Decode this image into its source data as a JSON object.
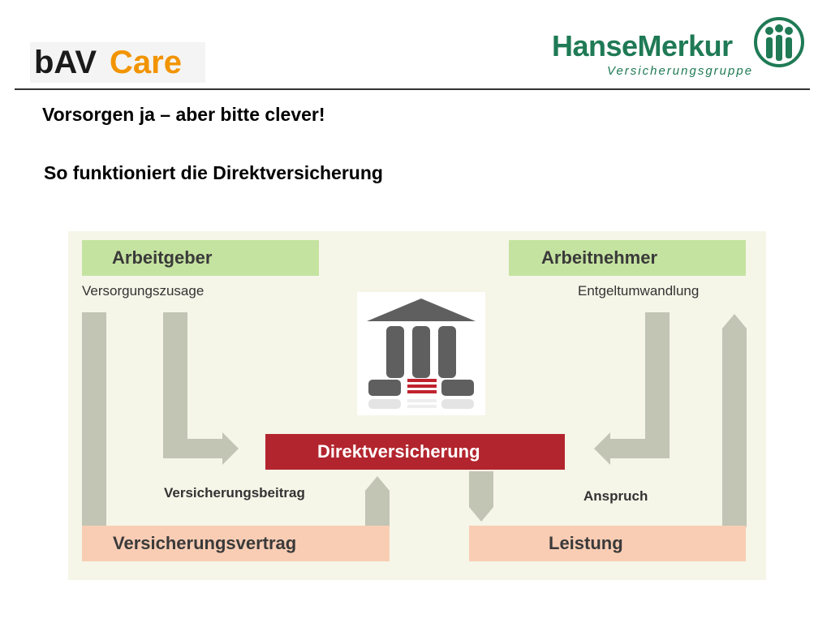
{
  "logos": {
    "bav_part1": "bAV",
    "bav_part2": "Care",
    "hansemerkur_name": "HanseMerkur",
    "hansemerkur_sub": "Versicherungsgruppe"
  },
  "header": {
    "title": "Vorsorgen ja – aber bitte clever!",
    "subtitle": "So funktioniert die Direktversicherung"
  },
  "diagram": {
    "arbeitgeber": "Arbeitgeber",
    "arbeitnehmer": "Arbeitnehmer",
    "versorgungszusage": "Versorgungszusage",
    "entgeltumwandlung": "Entgeltumwandlung",
    "direktversicherung": "Direktversicherung",
    "versicherungsbeitrag": "Versicherungsbeitrag",
    "anspruch": "Anspruch",
    "versicherungsvertrag": "Versicherungsvertrag",
    "leistung": "Leistung"
  },
  "colors": {
    "green_box": "#c5e3a0",
    "pink_box": "#f9cdb4",
    "red_box": "#b3252e",
    "arrow": "#c2c4b4",
    "brand_orange": "#f29400",
    "brand_green": "#1f7a55"
  }
}
